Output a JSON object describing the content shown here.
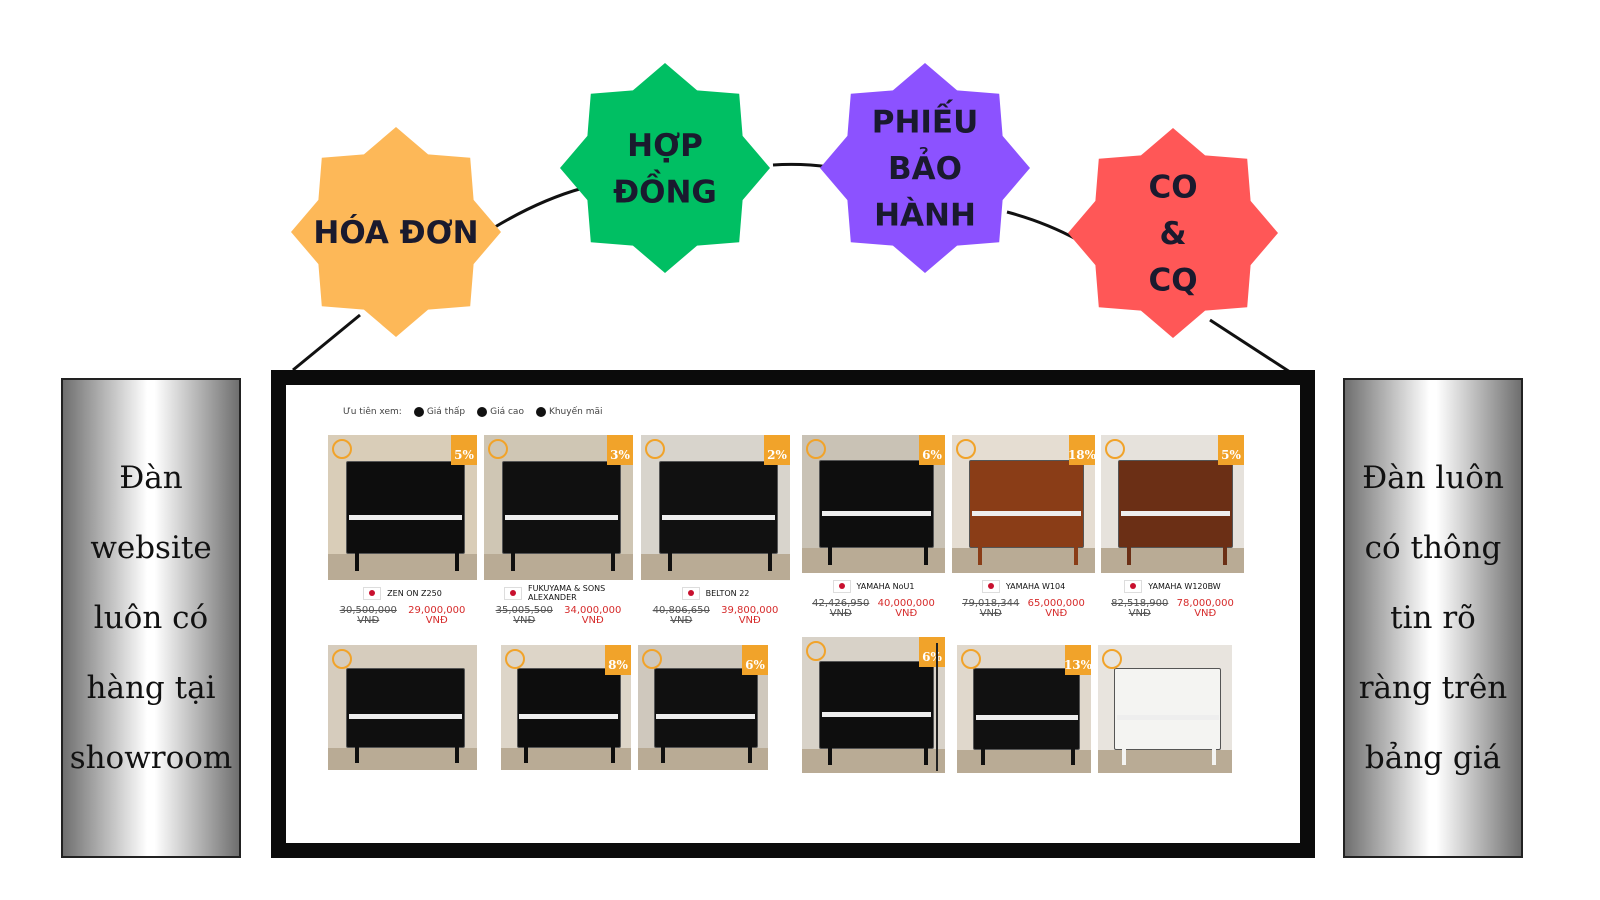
{
  "badges": [
    {
      "lines": [
        "HÓA ĐƠN"
      ],
      "color": "#FDB858"
    },
    {
      "lines": [
        "HỢP",
        "ĐỒNG"
      ],
      "color": "#00BF63"
    },
    {
      "lines": [
        "PHIẾU",
        "BẢO",
        "HÀNH"
      ],
      "color": "#8C52FF"
    },
    {
      "lines": [
        "CO",
        "&",
        "CQ"
      ],
      "color": "#FF5757"
    }
  ],
  "left_box": {
    "text": "Đàn\nwebsite\nluôn có\nhàng tại\nshowroom"
  },
  "right_box": {
    "text": "Đàn luôn\ncó thông\ntin rõ\nràng trên\nbảng giá"
  },
  "screen": {
    "filter_label": "Ưu tiên xem:",
    "filters": [
      "Giá thấp",
      "Giá cao",
      "Khuyến mãi"
    ],
    "products": [
      {
        "name": "ZEN ON Z250",
        "discount": "5%",
        "old_price": "30,500,000",
        "old_unit": "VNĐ",
        "new_price": "29,000,000",
        "new_unit": "VNĐ",
        "wall": "#d9cdb8",
        "piano": "#0d0d0d"
      },
      {
        "name": "FUKUYAMA & SONS ALEXANDER",
        "discount": "3%",
        "old_price": "35,005,500",
        "old_unit": "VNĐ",
        "new_price": "34,000,000",
        "new_unit": "VNĐ",
        "wall": "#cfc6b4",
        "piano": "#101010"
      },
      {
        "name": "BELTON 22",
        "discount": "2%",
        "old_price": "40,806,650",
        "old_unit": "VNĐ",
        "new_price": "39,800,000",
        "new_unit": "VNĐ",
        "wall": "#d8d4cc",
        "piano": "#111111"
      },
      {
        "name": "YAMAHA NoU1",
        "discount": "6%",
        "old_price": "42,426,950",
        "old_unit": "VNĐ",
        "new_price": "40,000,000",
        "new_unit": "VNĐ",
        "wall": "#c9c2b5",
        "piano": "#0e0e0e"
      },
      {
        "name": "YAMAHA W104",
        "discount": "18%",
        "old_price": "79,018,344",
        "old_unit": "VNĐ",
        "new_price": "65,000,000",
        "new_unit": "VNĐ",
        "wall": "#e5ddd2",
        "piano": "#8a3d17"
      },
      {
        "name": "YAMAHA W120BW",
        "discount": "5%",
        "old_price": "82,518,900",
        "old_unit": "VNĐ",
        "new_price": "78,000,000",
        "new_unit": "VNĐ",
        "wall": "#e6e2dc",
        "piano": "#6b2f15"
      },
      {
        "name": "",
        "discount": "",
        "wall": "#d6ccbd",
        "piano": "#0f0f0f"
      },
      {
        "name": "",
        "discount": "8%",
        "wall": "#ddd5c8",
        "piano": "#0d0d0d"
      },
      {
        "name": "",
        "discount": "6%",
        "wall": "#cfc8bd",
        "piano": "#101010"
      },
      {
        "name": "",
        "discount": "6%",
        "wall": "#d8d2c8",
        "piano": "#0e0e0e"
      },
      {
        "name": "",
        "discount": "13%",
        "wall": "#e0d8cc",
        "piano": "#111111"
      },
      {
        "name": "",
        "discount": "",
        "wall": "#e8e4de",
        "piano": "#f4f4f2"
      }
    ]
  }
}
